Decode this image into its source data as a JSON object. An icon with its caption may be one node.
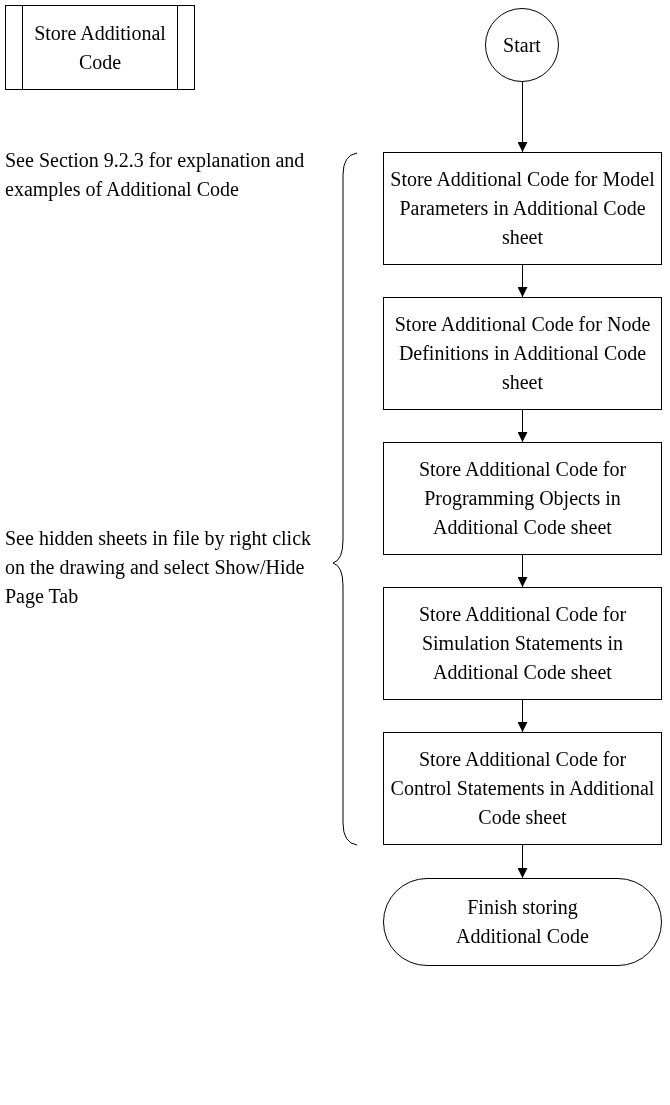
{
  "diagram": {
    "nodes": [
      {
        "text": [
          "Store Additional Code"
        ]
      },
      {
        "text": [
          "Start"
        ]
      },
      {
        "text": [
          "Store Additional Code for Model Parameters in Additional Code sheet"
        ]
      },
      {
        "text": [
          "Store Additional Code for Node Definitions in Additional Code sheet"
        ]
      },
      {
        "text": [
          "Store Additional Code for Programming Objects in Additional Code sheet"
        ]
      },
      {
        "text": [
          "Store Additional Code for Simulation Statements in Additional Code sheet"
        ]
      },
      {
        "text": [
          "Store Additional Code for Control Statements in Additional Code sheet"
        ]
      },
      {
        "text": [
          "Finish storing Additional Code"
        ]
      }
    ],
    "edges": [
      {
        "from": 1,
        "to": 2,
        "arrow": "to"
      },
      {
        "from": 2,
        "to": 3,
        "arrow": "to"
      },
      {
        "from": 3,
        "to": 4,
        "arrow": "to"
      },
      {
        "from": 4,
        "to": 5,
        "arrow": "to"
      },
      {
        "from": 5,
        "to": 6,
        "arrow": "to"
      },
      {
        "from": 6,
        "to": 7,
        "arrow": "to"
      }
    ],
    "labels": [
      "See Section 9.2.3 for explanation and examples of Additional Code",
      "See hidden sheets in file by right click on the drawing and select Show/Hide Page Tab"
    ]
  }
}
